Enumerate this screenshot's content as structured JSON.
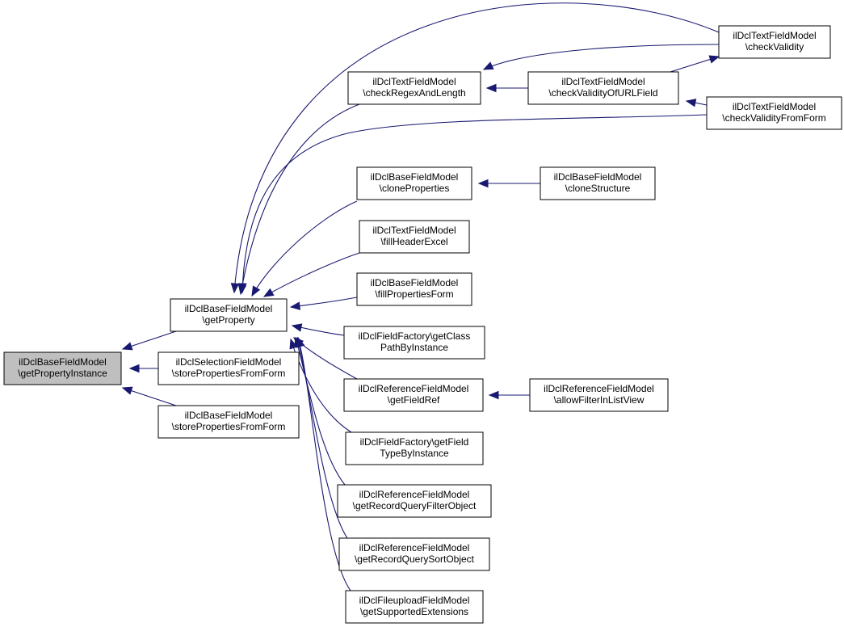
{
  "graph": {
    "colors": {
      "edge": "#191970",
      "node_fill": "#ffffff",
      "root_fill": "#bfbfbf",
      "node_border": "#000000"
    },
    "nodes": [
      {
        "id": "root",
        "lines": [
          "ilDclBaseFieldModel",
          "\\getPropertyInstance"
        ],
        "highlighted": true
      },
      {
        "id": "getProperty",
        "lines": [
          "ilDclBaseFieldModel",
          "\\getProperty"
        ]
      },
      {
        "id": "selStore",
        "lines": [
          "ilDclSelectionFieldModel",
          "\\storePropertiesFromForm"
        ]
      },
      {
        "id": "baseStore",
        "lines": [
          "ilDclBaseFieldModel",
          "\\storePropertiesFromForm"
        ]
      },
      {
        "id": "checkRegex",
        "lines": [
          "ilDclTextFieldModel",
          "\\checkRegexAndLength"
        ]
      },
      {
        "id": "cloneProps",
        "lines": [
          "ilDclBaseFieldModel",
          "\\cloneProperties"
        ]
      },
      {
        "id": "fillHeader",
        "lines": [
          "ilDclTextFieldModel",
          "\\fillHeaderExcel"
        ]
      },
      {
        "id": "fillProps",
        "lines": [
          "ilDclBaseFieldModel",
          "\\fillPropertiesForm"
        ]
      },
      {
        "id": "getClassPath",
        "lines": [
          "ilDclFieldFactory\\getClass",
          "PathByInstance"
        ]
      },
      {
        "id": "getFieldRef",
        "lines": [
          "ilDclReferenceFieldModel",
          "\\getFieldRef"
        ]
      },
      {
        "id": "getFieldType",
        "lines": [
          "ilDclFieldFactory\\getField",
          "TypeByInstance"
        ]
      },
      {
        "id": "filterObj",
        "lines": [
          "ilDclReferenceFieldModel",
          "\\getRecordQueryFilterObject"
        ]
      },
      {
        "id": "sortObj",
        "lines": [
          "ilDclReferenceFieldModel",
          "\\getRecordQuerySortObject"
        ]
      },
      {
        "id": "supportedExt",
        "lines": [
          "ilDclFileuploadFieldModel",
          "\\getSupportedExtensions"
        ]
      },
      {
        "id": "checkValidity",
        "lines": [
          "ilDclTextFieldModel",
          "\\checkValidity"
        ]
      },
      {
        "id": "checkURL",
        "lines": [
          "ilDclTextFieldModel",
          "\\checkValidityOfURLField"
        ]
      },
      {
        "id": "checkFromForm",
        "lines": [
          "ilDclTextFieldModel",
          "\\checkValidityFromForm"
        ]
      },
      {
        "id": "cloneStruct",
        "lines": [
          "ilDclBaseFieldModel",
          "\\cloneStructure"
        ]
      },
      {
        "id": "allowFilter",
        "lines": [
          "ilDclReferenceFieldModel",
          "\\allowFilterInListView"
        ]
      }
    ],
    "edges": [
      {
        "from": "getProperty",
        "to": "root"
      },
      {
        "from": "selStore",
        "to": "root"
      },
      {
        "from": "baseStore",
        "to": "root"
      },
      {
        "from": "checkRegex",
        "to": "getProperty"
      },
      {
        "from": "cloneProps",
        "to": "getProperty"
      },
      {
        "from": "fillHeader",
        "to": "getProperty"
      },
      {
        "from": "fillProps",
        "to": "getProperty"
      },
      {
        "from": "getClassPath",
        "to": "getProperty"
      },
      {
        "from": "getFieldRef",
        "to": "getProperty"
      },
      {
        "from": "getFieldType",
        "to": "getProperty"
      },
      {
        "from": "filterObj",
        "to": "getProperty"
      },
      {
        "from": "sortObj",
        "to": "getProperty"
      },
      {
        "from": "supportedExt",
        "to": "getProperty"
      },
      {
        "from": "checkValidity",
        "to": "getProperty"
      },
      {
        "from": "checkFromForm",
        "to": "getProperty"
      },
      {
        "from": "checkValidity",
        "to": "checkRegex"
      },
      {
        "from": "checkURL",
        "to": "checkRegex"
      },
      {
        "from": "checkFromForm",
        "to": "checkURL"
      },
      {
        "from": "cloneStruct",
        "to": "cloneProps"
      },
      {
        "from": "allowFilter",
        "to": "getFieldRef"
      }
    ]
  }
}
